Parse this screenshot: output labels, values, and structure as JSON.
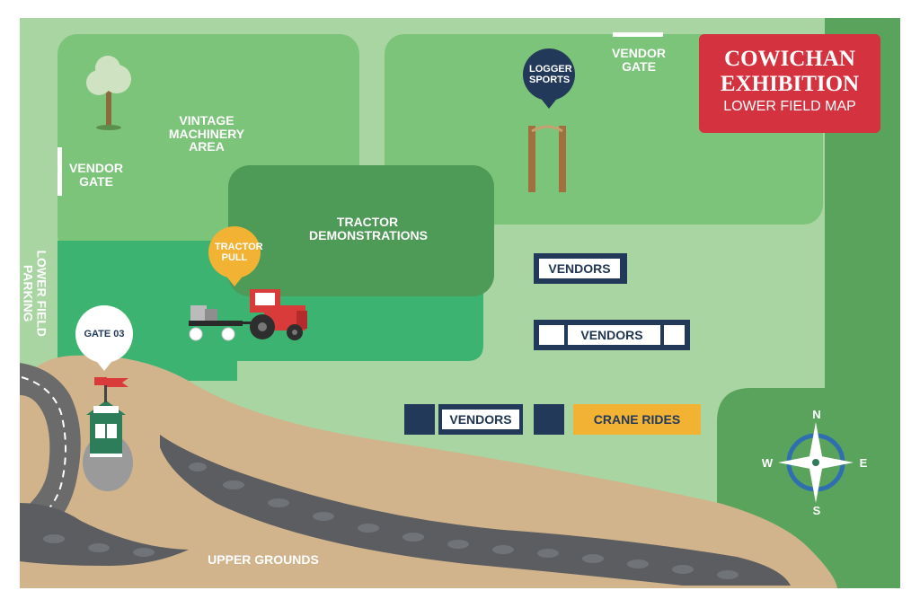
{
  "title": {
    "line1": "COWICHAN",
    "line2": "EXHIBITION",
    "line3": "LOWER FIELD MAP"
  },
  "labels": {
    "vintage_machinery": "VINTAGE MACHINERY AREA",
    "vendor_gate_left": "VENDOR GATE",
    "vendor_gate_top": "VENDOR GATE",
    "tractor_demonstrations": "TRACTOR DEMONSTRATIONS",
    "tractor_pull": "TRACTOR PULL",
    "logger_sports": "LOGGER SPORTS",
    "gate": "GATE 03",
    "lower_field_parking": "LOWER FIELD PARKING",
    "upper_grounds": "UPPER GROUNDS",
    "vendors_1": "VENDORS",
    "vendors_2": "VENDORS",
    "vendors_3": "VENDORS",
    "crane_rides": "CRANE RIDES"
  },
  "compass": {
    "n": "N",
    "s": "S",
    "e": "E",
    "w": "W"
  },
  "colors": {
    "field_light": "#a8d5a2",
    "field_mid": "#7cc47a",
    "field_dark_green": "#5aa35c",
    "demo_green": "#4e9a57",
    "pull_green": "#3cb371",
    "path_tan": "#d2b48c",
    "road_gray": "#6b6b6b",
    "navy": "#23395a",
    "title_red": "#d4323e",
    "pin_yellow": "#f2b234",
    "tractor_red": "#d93a3a",
    "crane_yellow": "#f2b234",
    "compass_blue": "#2f6fb0"
  },
  "icons": [
    "tree-icon",
    "tractor-icon",
    "log-pole-icon",
    "gate-booth-icon",
    "flag-icon",
    "compass-icon"
  ]
}
